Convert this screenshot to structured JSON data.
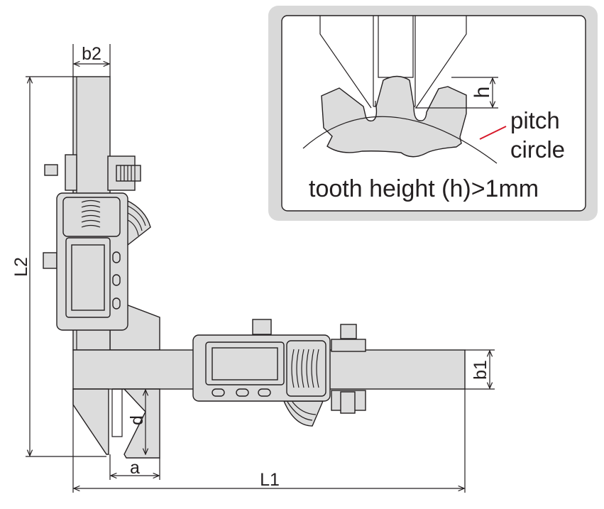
{
  "labels": {
    "b2": "b2",
    "L2": "L2",
    "L1": "L1",
    "b1": "b1",
    "a": "a",
    "d": "d"
  },
  "inset": {
    "h_label": "h",
    "pitch_label": "pitch",
    "circle_label": "circle",
    "caption": "tooth height (h)>1mm",
    "leader_color": "#d7192a",
    "frame_color": "#d9d9d9"
  }
}
